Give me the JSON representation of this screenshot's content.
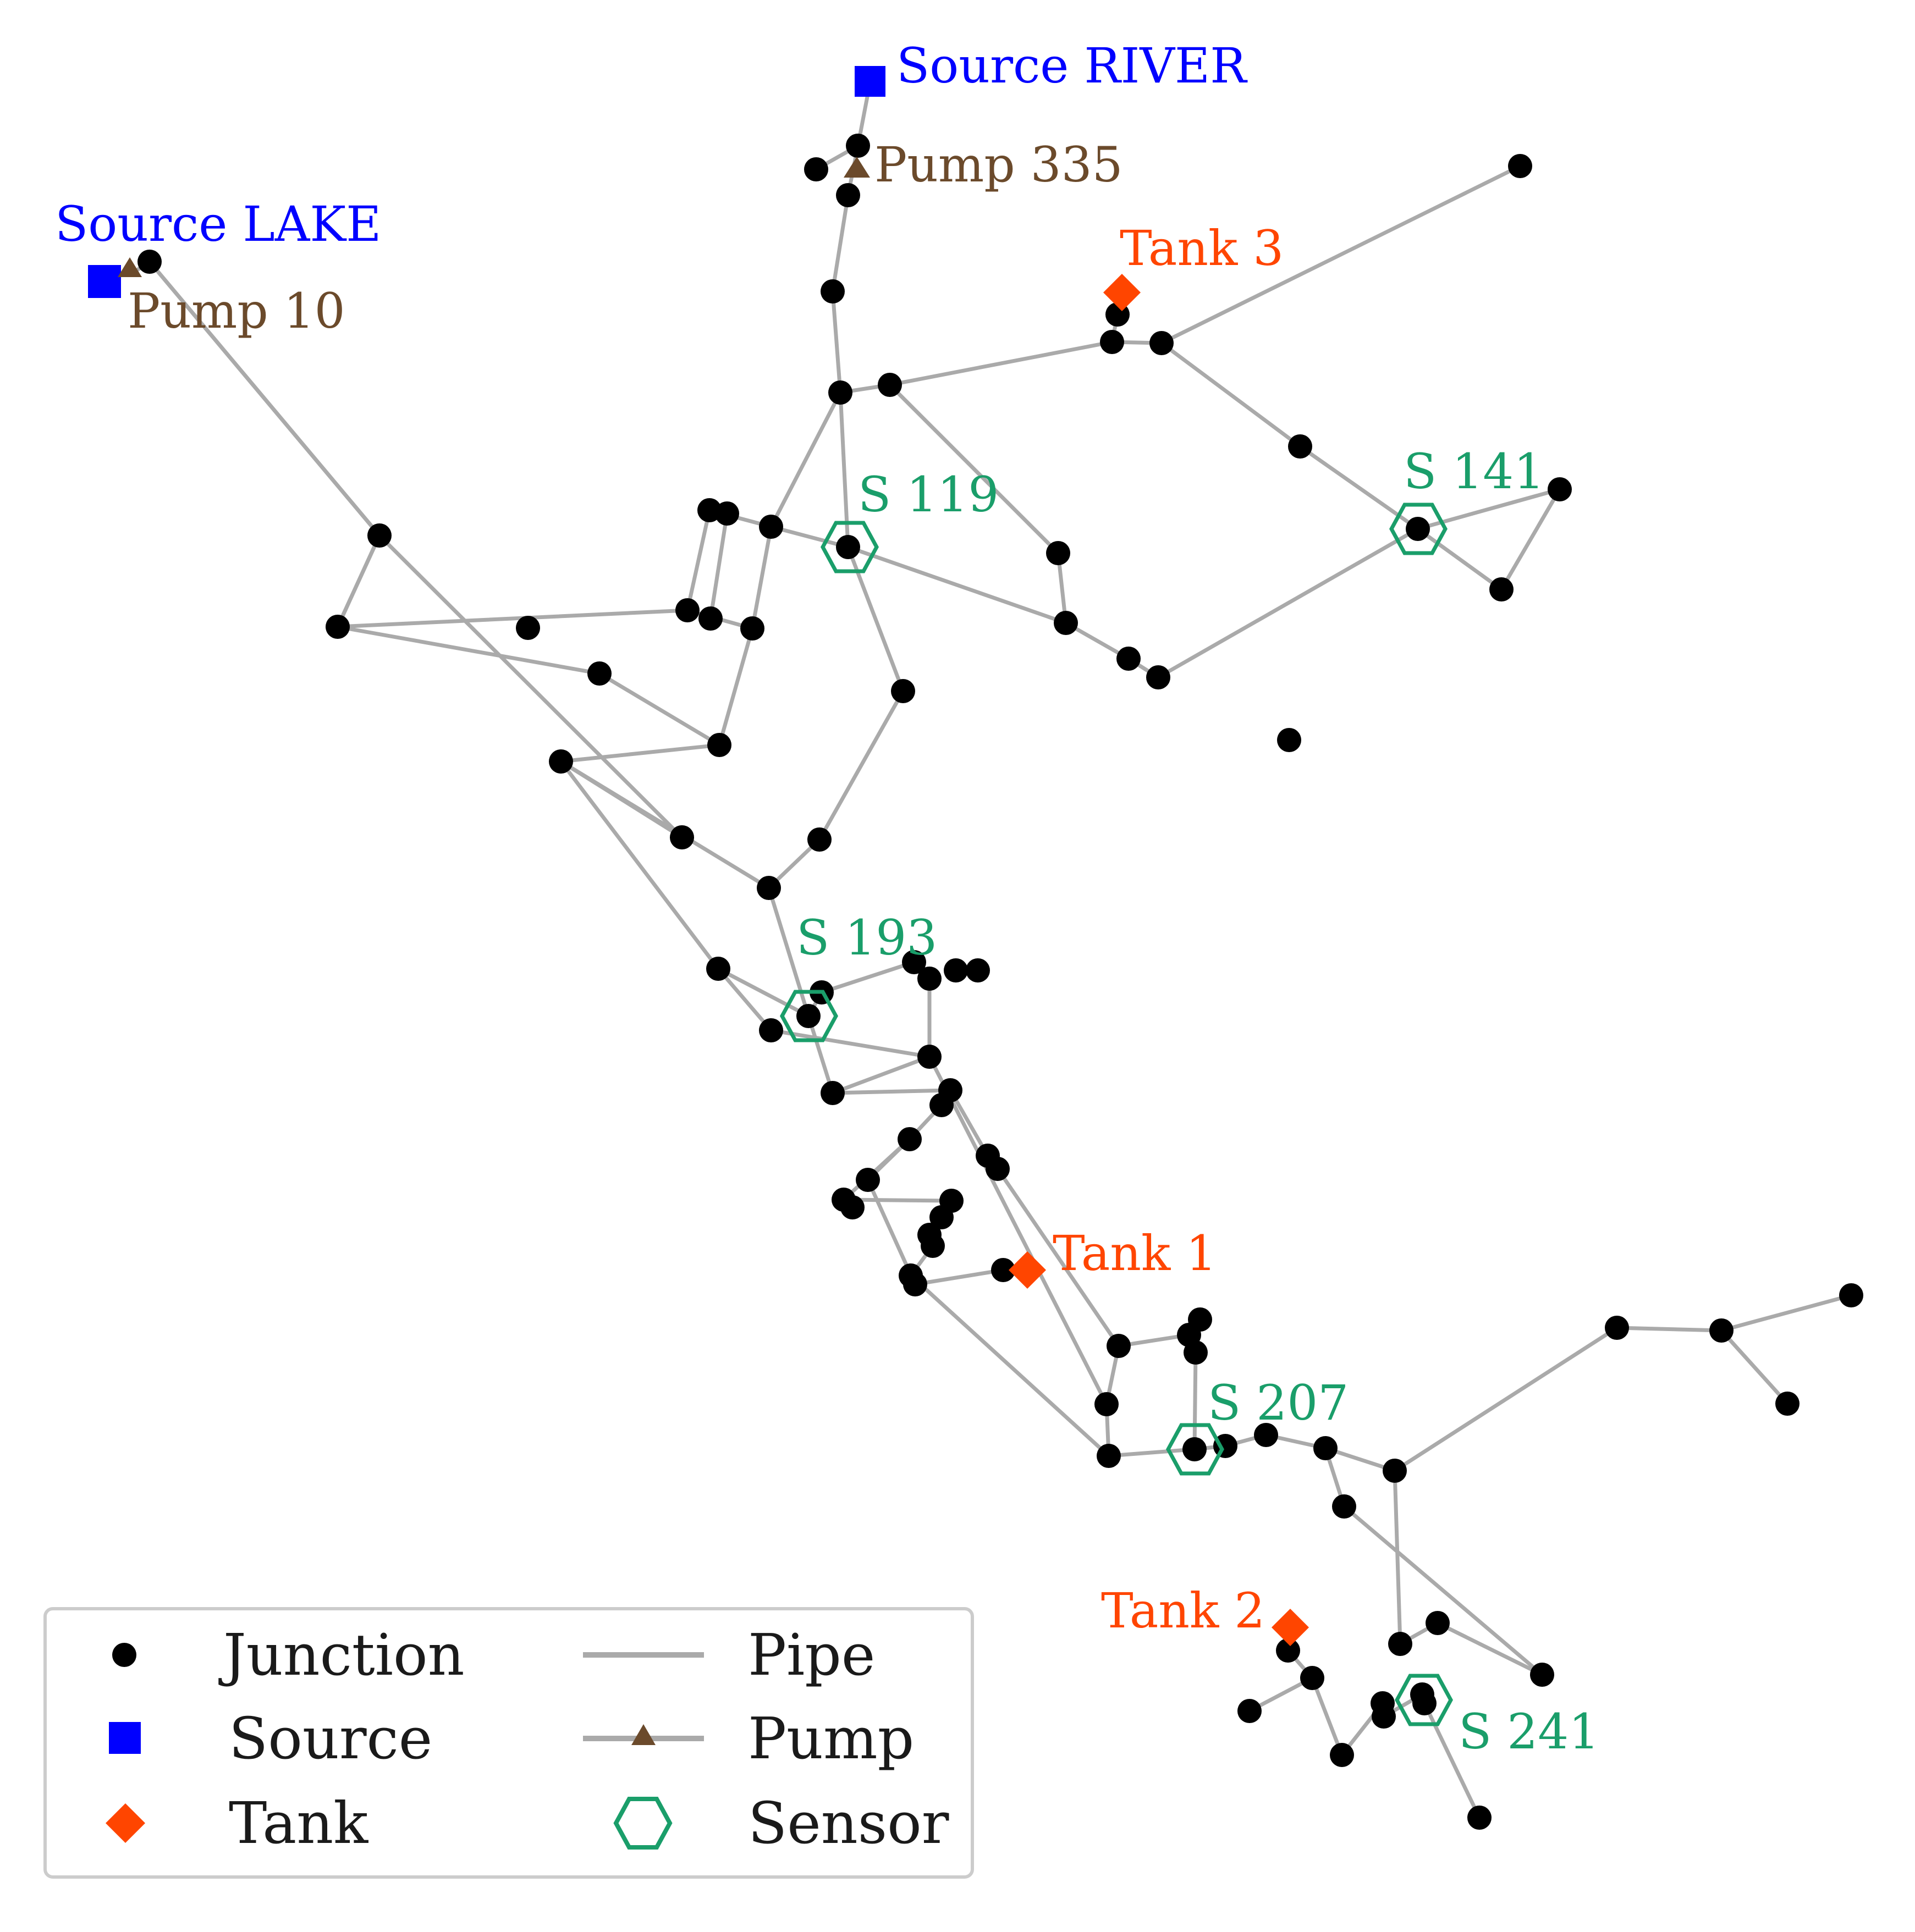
{
  "sources": [
    {
      "id": "source-river",
      "label": "Source RIVER"
    },
    {
      "id": "source-lake",
      "label": "Source LAKE"
    }
  ],
  "pumps": [
    {
      "id": "pump-335",
      "label": "Pump 335"
    },
    {
      "id": "pump-10",
      "label": "Pump 10"
    }
  ],
  "tanks": [
    {
      "id": "tank-3",
      "label": "Tank 3"
    },
    {
      "id": "tank-1",
      "label": "Tank 1"
    },
    {
      "id": "tank-2",
      "label": "Tank 2"
    }
  ],
  "sensors": [
    {
      "id": "sensor-119",
      "label": "S 119"
    },
    {
      "id": "sensor-141",
      "label": "S 141"
    },
    {
      "id": "sensor-193",
      "label": "S 193"
    },
    {
      "id": "sensor-207",
      "label": "S 207"
    },
    {
      "id": "sensor-241",
      "label": "S 241"
    }
  ],
  "legend": {
    "junction": "Junction",
    "source": "Source",
    "tank": "Tank",
    "pipe": "Pipe",
    "pump": "Pump",
    "sensor": "Sensor"
  },
  "colors": {
    "source": "#0000ff",
    "pump": "#6b4a2b",
    "tank": "#ff4500",
    "sensor": "#1a9e6a",
    "pipe": "#aaaaaa",
    "junction": "#000000"
  }
}
